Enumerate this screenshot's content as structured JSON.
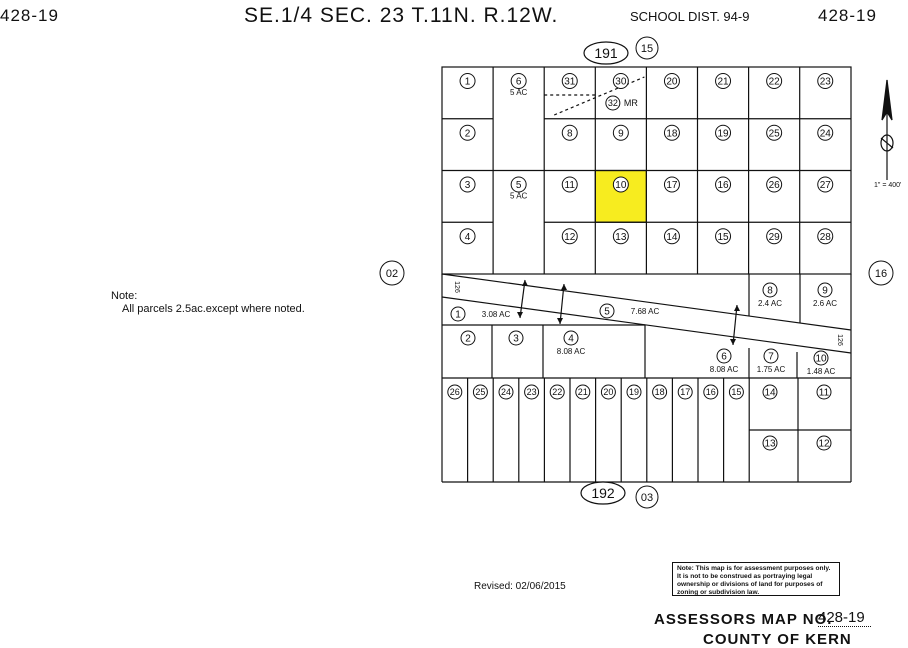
{
  "header": {
    "left_map_no": "428-19",
    "title": "SE.1/4 SEC. 23 T.11N. R.12W.",
    "school_dist": "SCHOOL DIST. 94-9",
    "right_map_no": "428-19"
  },
  "scale": "1\" = 400'",
  "adjacent_maps": {
    "top": "15",
    "left": "02",
    "right": "16",
    "bottom": "03"
  },
  "book_numbers": {
    "top": "191",
    "bottom": "192"
  },
  "note": {
    "title": "Note:",
    "body": "All parcels 2.5ac.except where noted."
  },
  "road_label": "126",
  "highlight_color": "#f7ec1f",
  "parcels_upper": [
    {
      "id": "1",
      "row": 0,
      "col": 0
    },
    {
      "id": "6",
      "row": 0,
      "col": 1,
      "area": "5 AC"
    },
    {
      "id": "31",
      "row": 0,
      "col": 2
    },
    {
      "id": "30",
      "row": 0,
      "col": 3
    },
    {
      "id": "20",
      "row": 0,
      "col": 4
    },
    {
      "id": "21",
      "row": 0,
      "col": 5
    },
    {
      "id": "22",
      "row": 0,
      "col": 6
    },
    {
      "id": "23",
      "row": 0,
      "col": 7
    },
    {
      "id": "2",
      "row": 1,
      "col": 0
    },
    {
      "id": "8",
      "row": 1,
      "col": 2
    },
    {
      "id": "9",
      "row": 1,
      "col": 3
    },
    {
      "id": "18",
      "row": 1,
      "col": 4
    },
    {
      "id": "19",
      "row": 1,
      "col": 5
    },
    {
      "id": "25",
      "row": 1,
      "col": 6
    },
    {
      "id": "24",
      "row": 1,
      "col": 7
    },
    {
      "id": "3",
      "row": 2,
      "col": 0
    },
    {
      "id": "5",
      "row": 2,
      "col": 1,
      "area": "5 AC"
    },
    {
      "id": "11",
      "row": 2,
      "col": 2
    },
    {
      "id": "10",
      "row": 2,
      "col": 3,
      "highlight": true
    },
    {
      "id": "17",
      "row": 2,
      "col": 4
    },
    {
      "id": "16",
      "row": 2,
      "col": 5
    },
    {
      "id": "26",
      "row": 2,
      "col": 6
    },
    {
      "id": "27",
      "row": 2,
      "col": 7
    },
    {
      "id": "4",
      "row": 3,
      "col": 0
    },
    {
      "id": "12",
      "row": 3,
      "col": 2
    },
    {
      "id": "13",
      "row": 3,
      "col": 3
    },
    {
      "id": "14",
      "row": 3,
      "col": 4
    },
    {
      "id": "15",
      "row": 3,
      "col": 5
    },
    {
      "id": "29",
      "row": 3,
      "col": 6
    },
    {
      "id": "28",
      "row": 3,
      "col": 7
    }
  ],
  "parcel_32": {
    "id": "32",
    "suffix": "MR"
  },
  "parcels_middle": [
    {
      "id": "1",
      "area": "3.08 AC"
    },
    {
      "id": "5",
      "area": "7.68 AC"
    },
    {
      "id": "8",
      "area": "2.4 AC"
    },
    {
      "id": "9",
      "area": "2.6 AC"
    },
    {
      "id": "2"
    },
    {
      "id": "3"
    },
    {
      "id": "4",
      "area": "8.08 AC"
    },
    {
      "id": "6",
      "area": "8.08 AC"
    },
    {
      "id": "7",
      "area": "1.75 AC"
    },
    {
      "id": "10",
      "area": "1.48 AC"
    }
  ],
  "parcels_strip": [
    "26",
    "25",
    "24",
    "23",
    "22",
    "21",
    "20",
    "19",
    "18",
    "17",
    "16",
    "15"
  ],
  "parcels_lower_right": [
    "14",
    "11",
    "13",
    "12"
  ],
  "revised": "Revised: 02/06/2015",
  "disclaimer": "Note: This map is for assessment purposes only. It is not to be construed as portraying legal ownership or divisions of land for purposes of zoning or subdivision law.",
  "assessors_map_label": "ASSESSORS MAP NO.",
  "assessors_map_no": "428-19",
  "county": "COUNTY OF KERN"
}
